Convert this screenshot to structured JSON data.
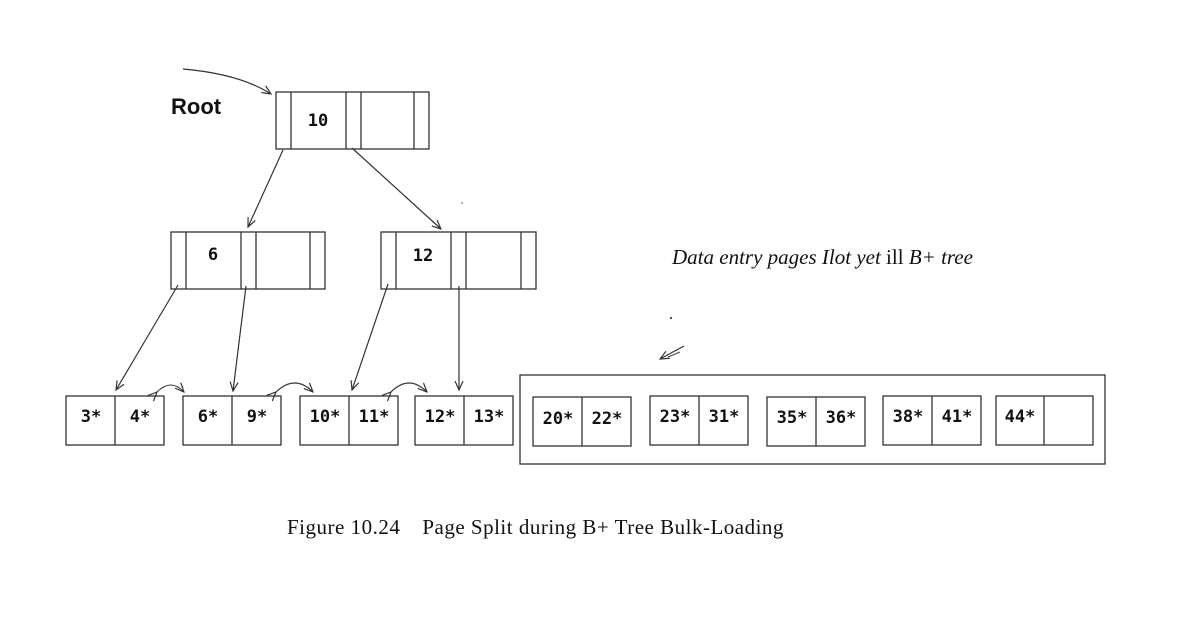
{
  "root_label": "Root",
  "note": {
    "part1": "Data entry pages ",
    "part2": "Ilot yet ",
    "part3": "ill ",
    "part4": "B+",
    "part5": " tree"
  },
  "root_node": {
    "key": "10"
  },
  "internal_nodes": [
    {
      "key": "6"
    },
    {
      "key": "12"
    }
  ],
  "leaf_pages_in_tree": [
    {
      "entries": [
        "3*",
        "4*"
      ]
    },
    {
      "entries": [
        "6*",
        "9*"
      ]
    },
    {
      "entries": [
        "10*",
        "11*"
      ]
    },
    {
      "entries": [
        "12*",
        "13*"
      ]
    }
  ],
  "leaf_pages_not_in_tree": [
    {
      "entries": [
        "20*",
        "22*"
      ]
    },
    {
      "entries": [
        "23*",
        "31*"
      ]
    },
    {
      "entries": [
        "35*",
        "36*"
      ]
    },
    {
      "entries": [
        "38*",
        "41*"
      ]
    },
    {
      "entries": [
        "44*",
        ""
      ]
    }
  ],
  "caption": {
    "number": "Figure 10.24",
    "title": "Page Split during B+ Tree Bulk-Loading"
  }
}
